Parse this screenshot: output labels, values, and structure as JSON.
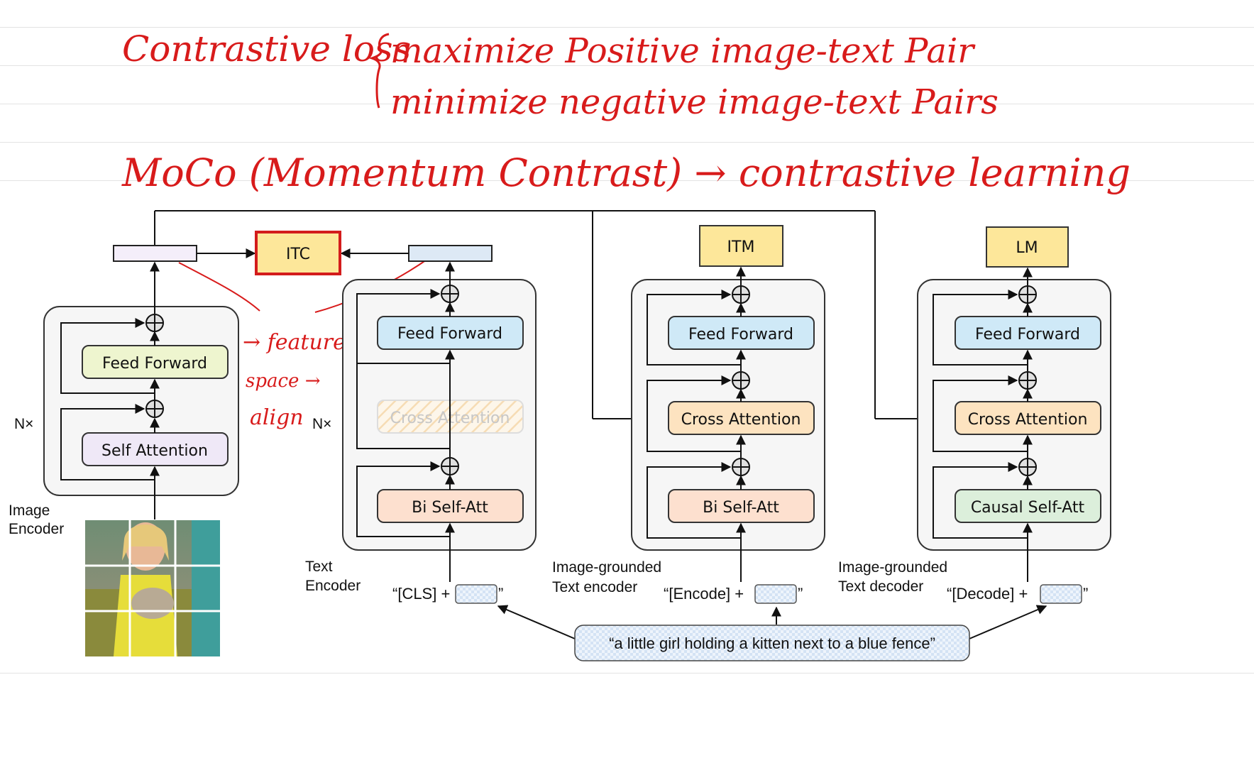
{
  "annotations": {
    "line1_prefix": "Contrastive loss",
    "line1_a": "maximize Positive image-text Pair",
    "line1_b": "minimize negative image-text Pairs",
    "line2": "MoCo (Momentum Contrast) → contrastive learning",
    "side1": "→ feature",
    "side2": "space →",
    "side3": "align"
  },
  "colors": {
    "handwriting": "#d81b1b",
    "feed_forward_image": "#eef5cf",
    "feed_forward_text": "#cfe9f7",
    "self_attention": "#efe8f7",
    "cross_attention": "#fde3c0",
    "bi_self_att": "#fde0cf",
    "causal_self_att": "#dcefdb",
    "head": "#fde79a",
    "itc_border": "#d31c1c"
  },
  "image_encoder": {
    "label_line1": "Image",
    "label_line2": "Encoder",
    "nx": "N×",
    "feed_forward": "Feed Forward",
    "self_attention": "Self Attention"
  },
  "text_encoder": {
    "label_line1": "Text",
    "label_line2": "Encoder",
    "nx": "N×",
    "feed_forward": "Feed Forward",
    "cross_attention": "Cross Attention",
    "bi_self_att": "Bi Self-Att",
    "input": "“[CLS] +",
    "input_end": "”"
  },
  "grounded_encoder": {
    "label_line1": "Image-grounded",
    "label_line2": "Text encoder",
    "head": "ITM",
    "feed_forward": "Feed Forward",
    "cross_attention": "Cross Attention",
    "bi_self_att": "Bi Self-Att",
    "input": "“[Encode] +",
    "input_end": "”"
  },
  "grounded_decoder": {
    "label_line1": "Image-grounded",
    "label_line2": "Text decoder",
    "head": "LM",
    "feed_forward": "Feed Forward",
    "cross_attention": "Cross Attention",
    "causal_self_att": "Causal Self-Att",
    "input": "“[Decode] +",
    "input_end": "”"
  },
  "itc": "ITC",
  "caption": "“a little girl holding a kitten next to a blue fence”"
}
